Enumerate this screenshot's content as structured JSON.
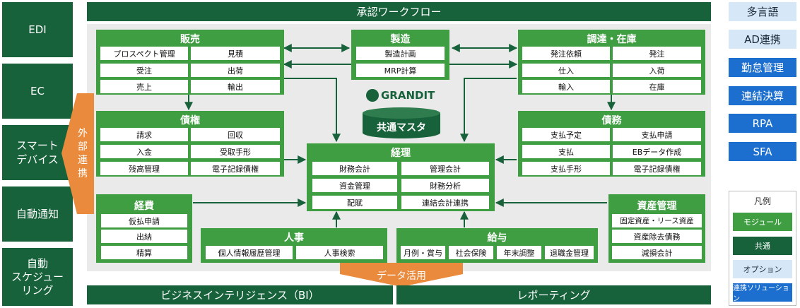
{
  "top_bar": "承認ワークフロー",
  "left_items": [
    "EDI",
    "EC",
    "スマート\nデバイス",
    "自動通知",
    "自動\nスケジュー\nリング"
  ],
  "external_link": "外部\n連携",
  "data_usage": "データ活用",
  "bottom_bars": [
    "ビジネスインテリジェンス（BI）",
    "レポーティング"
  ],
  "master": {
    "logo": "GRANDIT",
    "label": "共通マスタ"
  },
  "modules": {
    "sales": {
      "title": "販売",
      "items": [
        "プロスペクト管理",
        "見積",
        "受注",
        "出荷",
        "売上",
        "輸出"
      ]
    },
    "manufacturing": {
      "title": "製造",
      "items": [
        "製造計画",
        "MRP計算"
      ]
    },
    "procurement": {
      "title": "調達・在庫",
      "items": [
        "発注依頼",
        "発注",
        "仕入",
        "入荷",
        "輸入",
        "在庫"
      ]
    },
    "receivables": {
      "title": "債権",
      "items": [
        "請求",
        "回収",
        "入金",
        "受取手形",
        "残高管理",
        "電子記録債権"
      ]
    },
    "payables": {
      "title": "債務",
      "items": [
        "支払予定",
        "支払申請",
        "支払",
        "EBデータ作成",
        "支払手形",
        "電子記録債権"
      ]
    },
    "accounting": {
      "title": "経理",
      "items": [
        "財務会計",
        "管理会計",
        "資金管理",
        "財務分析",
        "配賦",
        "連結会計連携"
      ]
    },
    "expenses": {
      "title": "経費",
      "items": [
        "仮払申請",
        "出納",
        "精算"
      ]
    },
    "hr": {
      "title": "人事",
      "items": [
        "個人情報履歴管理",
        "人事検索"
      ]
    },
    "payroll": {
      "title": "給与",
      "items": [
        "月例・賞与",
        "社会保険",
        "年末調整",
        "退職金管理"
      ]
    },
    "assets": {
      "title": "資産管理",
      "items": [
        "固定資産・リース資産",
        "資産除去債務",
        "減損会計"
      ]
    }
  },
  "right_items": [
    {
      "label": "多言語",
      "kind": "option"
    },
    {
      "label": "AD連携",
      "kind": "option"
    },
    {
      "label": "勤怠管理",
      "kind": "solution"
    },
    {
      "label": "連結決算",
      "kind": "solution"
    },
    {
      "label": "RPA",
      "kind": "solution"
    },
    {
      "label": "SFA",
      "kind": "solution"
    }
  ],
  "legend": {
    "title": "凡例",
    "items": [
      "モジュール",
      "共通",
      "オプション",
      "連携ソリューション"
    ]
  },
  "colors": {
    "module": "#3f9e41",
    "common": "#17623b",
    "option": "#d6e7f8",
    "solution": "#1c6fcf",
    "accent": "#e98a3c",
    "panel": "#eaeaea"
  }
}
